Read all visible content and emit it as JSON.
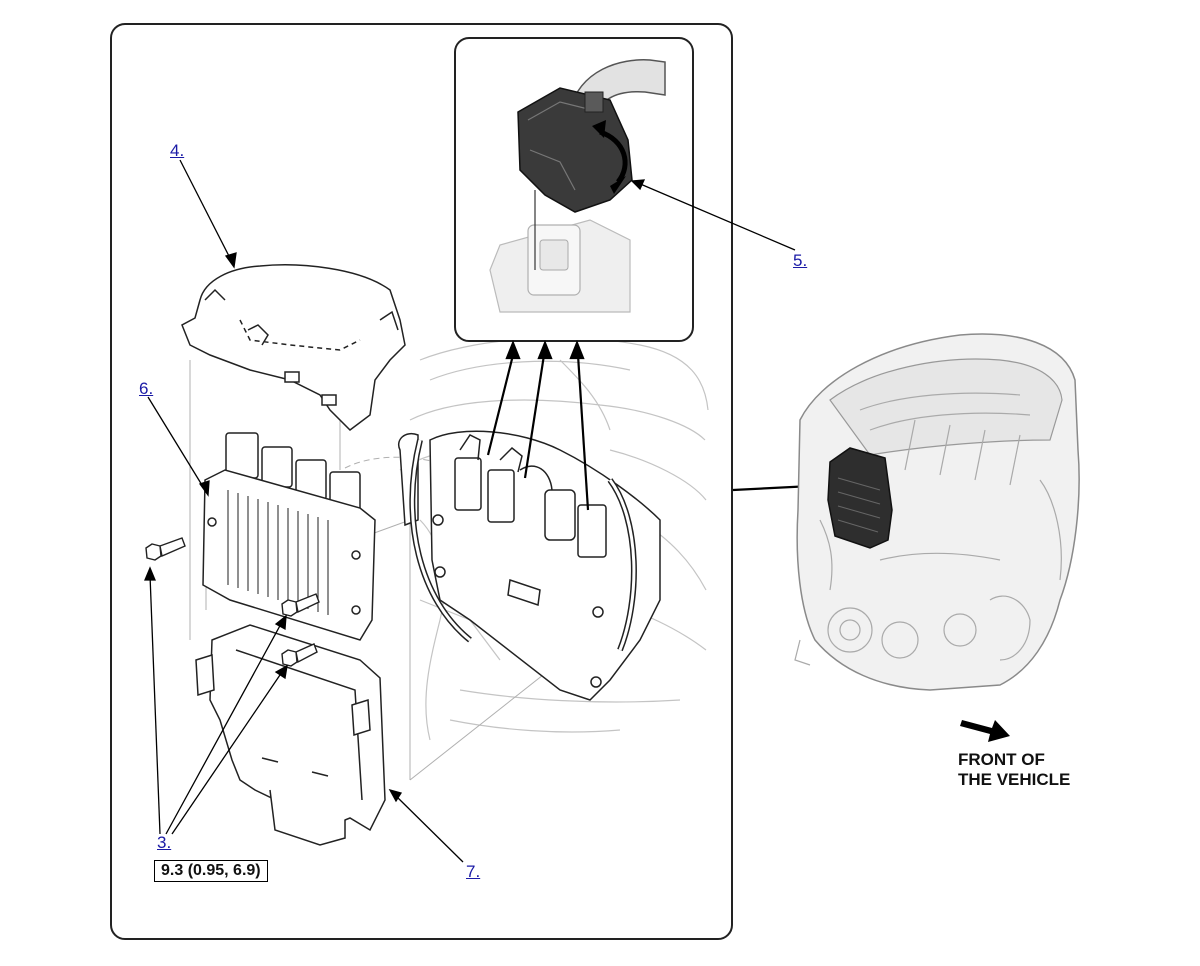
{
  "callouts": {
    "item_3": "3.",
    "item_4": "4.",
    "item_5": "5.",
    "item_6": "6.",
    "item_7": "7."
  },
  "torque_spec": "9.3 (0.95, 6.9)",
  "front_label": {
    "line1": "FRONT OF",
    "line2": "THE VEHICLE"
  },
  "colors": {
    "callout_link": "#1a1aa6",
    "line_art": "#222222",
    "light_line_art": "#b8b8b8",
    "connector_dark": "#3a3a3a"
  },
  "icons": {
    "front_arrow": "arrow-right-down-icon",
    "rotation_arrow": "curved-double-arrow-icon"
  }
}
